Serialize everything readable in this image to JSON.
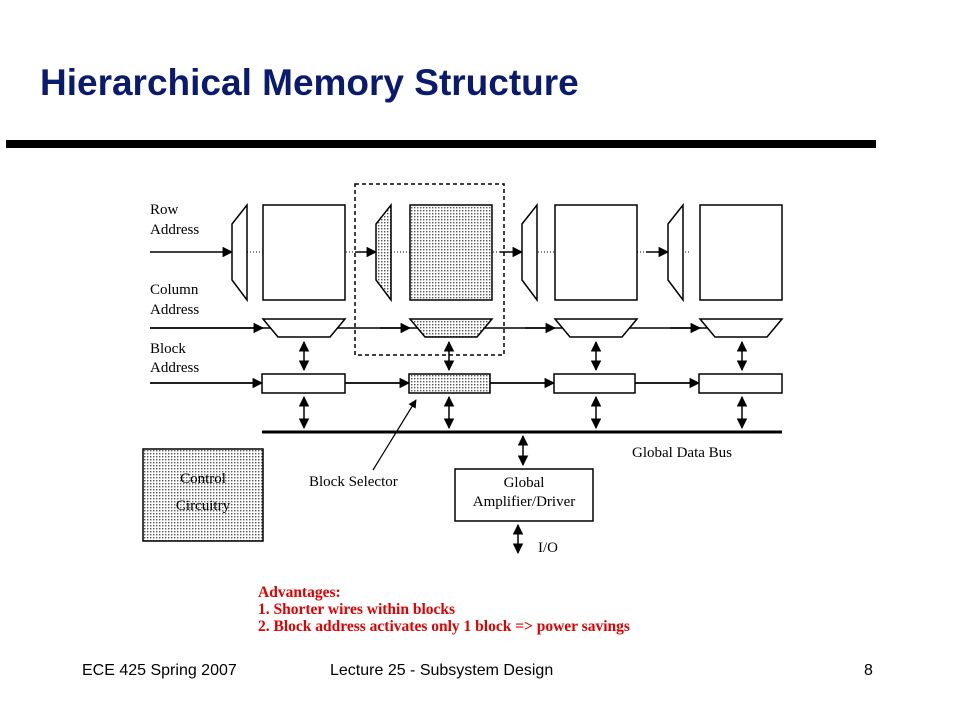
{
  "slide": {
    "title": "Hierarchical Memory Structure"
  },
  "diagram": {
    "labels": {
      "row_address": [
        "Row",
        "Address"
      ],
      "column_address": [
        "Column",
        "Address"
      ],
      "block_address": [
        "Block",
        "Address"
      ],
      "global_data_bus": "Global Data Bus",
      "control_circuitry": [
        "Control",
        "Circuitry"
      ],
      "block_selector": "Block Selector",
      "global_amplifier": [
        "Global",
        "Amplifier/Driver"
      ],
      "io": "I/O"
    },
    "advantages": [
      "Advantages:",
      "1. Shorter wires within blocks",
      "2. Block address activates only 1 block => power savings"
    ],
    "colors": {
      "title": "#0a1a6e",
      "advantages": "#e00000"
    }
  },
  "footer": {
    "course": "ECE 425 Spring 2007",
    "lecture": "Lecture 25 - Subsystem Design",
    "page": "8"
  }
}
